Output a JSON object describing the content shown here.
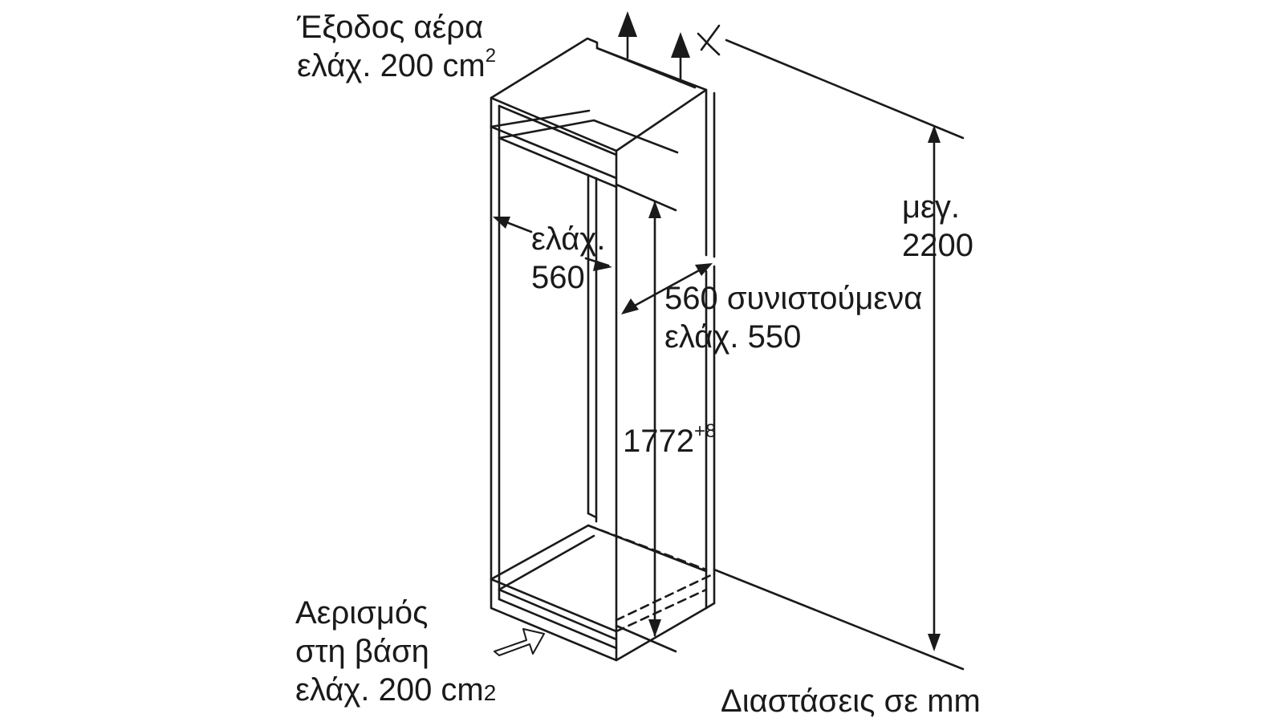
{
  "diagram": {
    "air_outlet": {
      "line1": "Έξοδος αέρα",
      "line2": "ελάχ. 200 cm",
      "unit_exp": "2"
    },
    "inner_width": {
      "line1": "ελάχ.",
      "line2": "560"
    },
    "max_height": {
      "line1": "μεγ.",
      "line2": "2200"
    },
    "depth": {
      "line1": "560 συνιστούμενα",
      "line2": "ελάχ. 550"
    },
    "niche_height": {
      "value": "1772",
      "tolerance": "+8"
    },
    "base_ventilation": {
      "line1": "Αερισμός",
      "line2": "στη βάση",
      "line3": "ελάχ. 200 cm",
      "unit_exp": "2"
    },
    "units_note": "Διαστάσεις σε mm"
  }
}
